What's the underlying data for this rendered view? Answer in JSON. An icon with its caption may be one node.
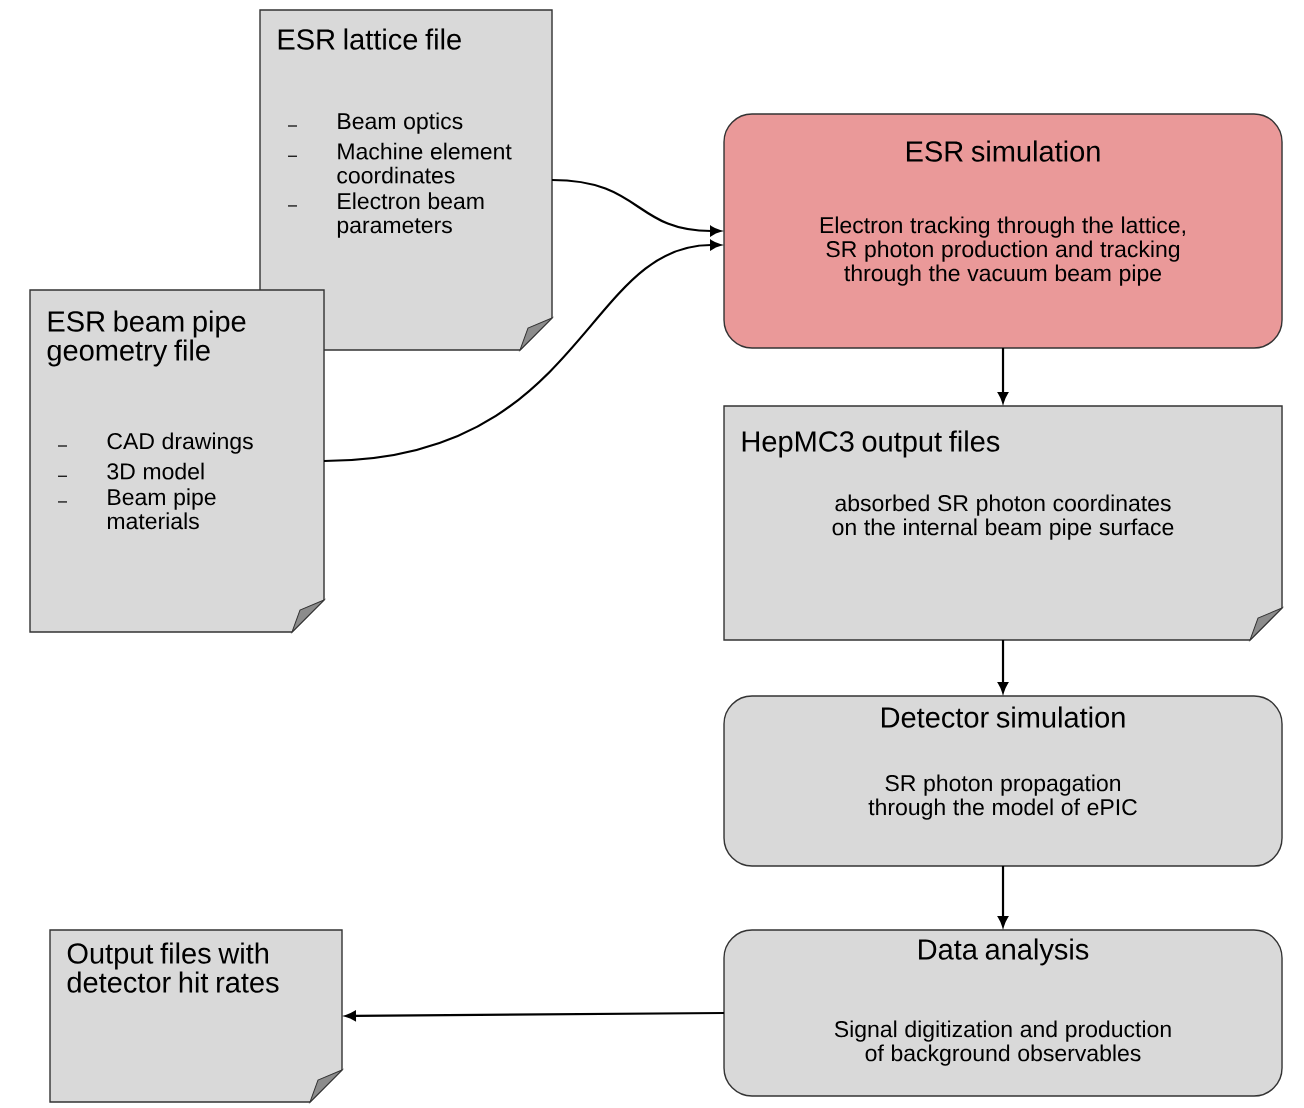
{
  "diagram": {
    "nodes": [
      {
        "text": [
          "ESR lattice file",
          "Beam optics",
          "Machine element coordinates",
          "Electron beam parameters"
        ]
      },
      {
        "text": [
          "ESR beam pipe geometry file",
          "CAD drawings",
          "3D model",
          "Beam pipe materials"
        ]
      },
      {
        "text": [
          "ESR simulation",
          "Electron tracking through the lattice, SR photon production and tracking through the vacuum beam pipe"
        ]
      },
      {
        "text": [
          "HepMC3 output files",
          "absorbed SR photon coordinates on the internal beam pipe surface"
        ]
      },
      {
        "text": [
          "Detector simulation",
          "SR photon propagation through the model of ePIC"
        ]
      },
      {
        "text": [
          "Data analysis",
          "Signal digitization and production of background observables"
        ]
      },
      {
        "text": [
          "Output files with detector hit rates"
        ]
      }
    ],
    "edges": [
      {
        "from": 0,
        "to": 2,
        "arrow": "to"
      },
      {
        "from": 1,
        "to": 2,
        "arrow": "to"
      },
      {
        "from": 2,
        "to": 3,
        "arrow": "to"
      },
      {
        "from": 3,
        "to": 4,
        "arrow": "to"
      },
      {
        "from": 4,
        "to": 5,
        "arrow": "to"
      },
      {
        "from": 5,
        "to": 6,
        "arrow": "to"
      }
    ]
  }
}
